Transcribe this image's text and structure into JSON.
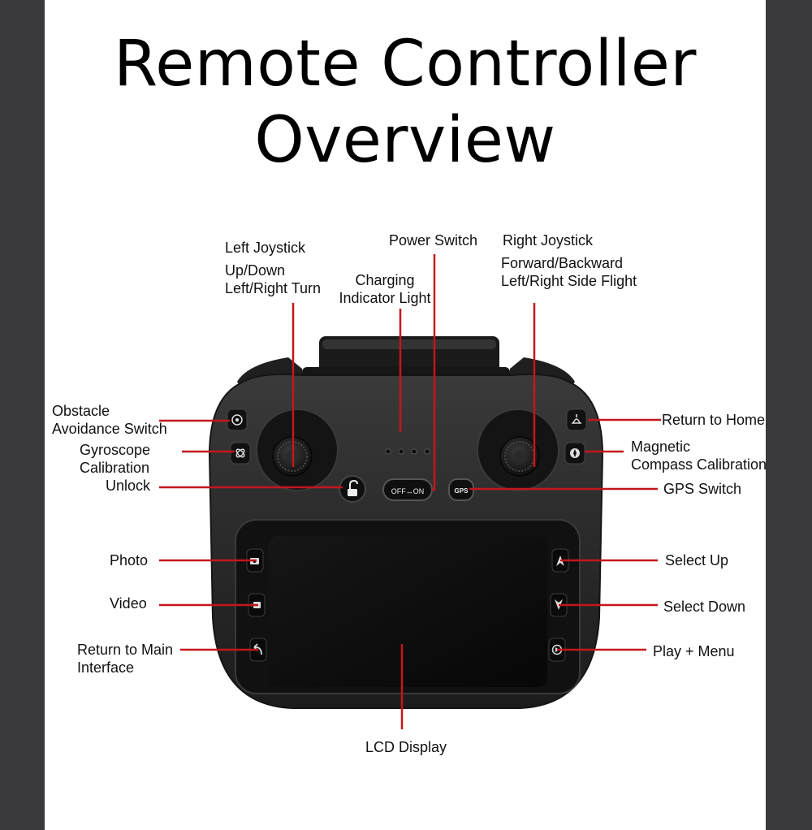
{
  "title": [
    "Remote Controller",
    "Overview"
  ],
  "colors": {
    "background": "#3a3a3c",
    "panel": "#ffffff",
    "leader_line": "#c4161c",
    "controller_body": "#262626",
    "screen": "#0c0c0c"
  },
  "labels": {
    "left_joystick": [
      "Left Joystick",
      "Up/Down",
      "Left/Right Turn"
    ],
    "power_switch": [
      "Power Switch"
    ],
    "charging_indicator": [
      "Charging",
      "Indicator Light"
    ],
    "right_joystick": [
      "Right Joystick",
      "Forward/Backward",
      "Left/Right Side Flight"
    ],
    "obstacle_avoidance": [
      "Obstacle",
      "Avoidance Switch"
    ],
    "gyroscope_calibration": [
      "Gyroscope",
      "Calibration"
    ],
    "unlock": [
      "Unlock"
    ],
    "return_to_home": [
      "Return to Home"
    ],
    "magnetic_compass": [
      "Magnetic",
      "Compass Calibration"
    ],
    "gps_switch": [
      "GPS Switch"
    ],
    "photo": [
      "Photo"
    ],
    "video": [
      "Video"
    ],
    "return_main": [
      "Return to Main",
      "Interface"
    ],
    "select_up": [
      "Select Up"
    ],
    "select_down": [
      "Select Down"
    ],
    "play_menu": [
      "Play + Menu"
    ],
    "lcd_display": [
      "LCD Display"
    ]
  },
  "device": {
    "power_switch_text": "OFF↔ON",
    "gps_button_text": "GPS"
  },
  "icons": {
    "obstacle_button": "radar-icon",
    "gyro_button": "gyroscope-icon",
    "unlock_button": "unlock-icon",
    "rth_button": "home-drone-icon",
    "compass_button": "compass-icon",
    "photo_button": "camera-icon",
    "video_button": "video-camera-icon",
    "back_button": "back-arrow-icon",
    "up_button": "chevron-up-icon",
    "down_button": "chevron-down-icon",
    "play_button": "play-icon"
  }
}
